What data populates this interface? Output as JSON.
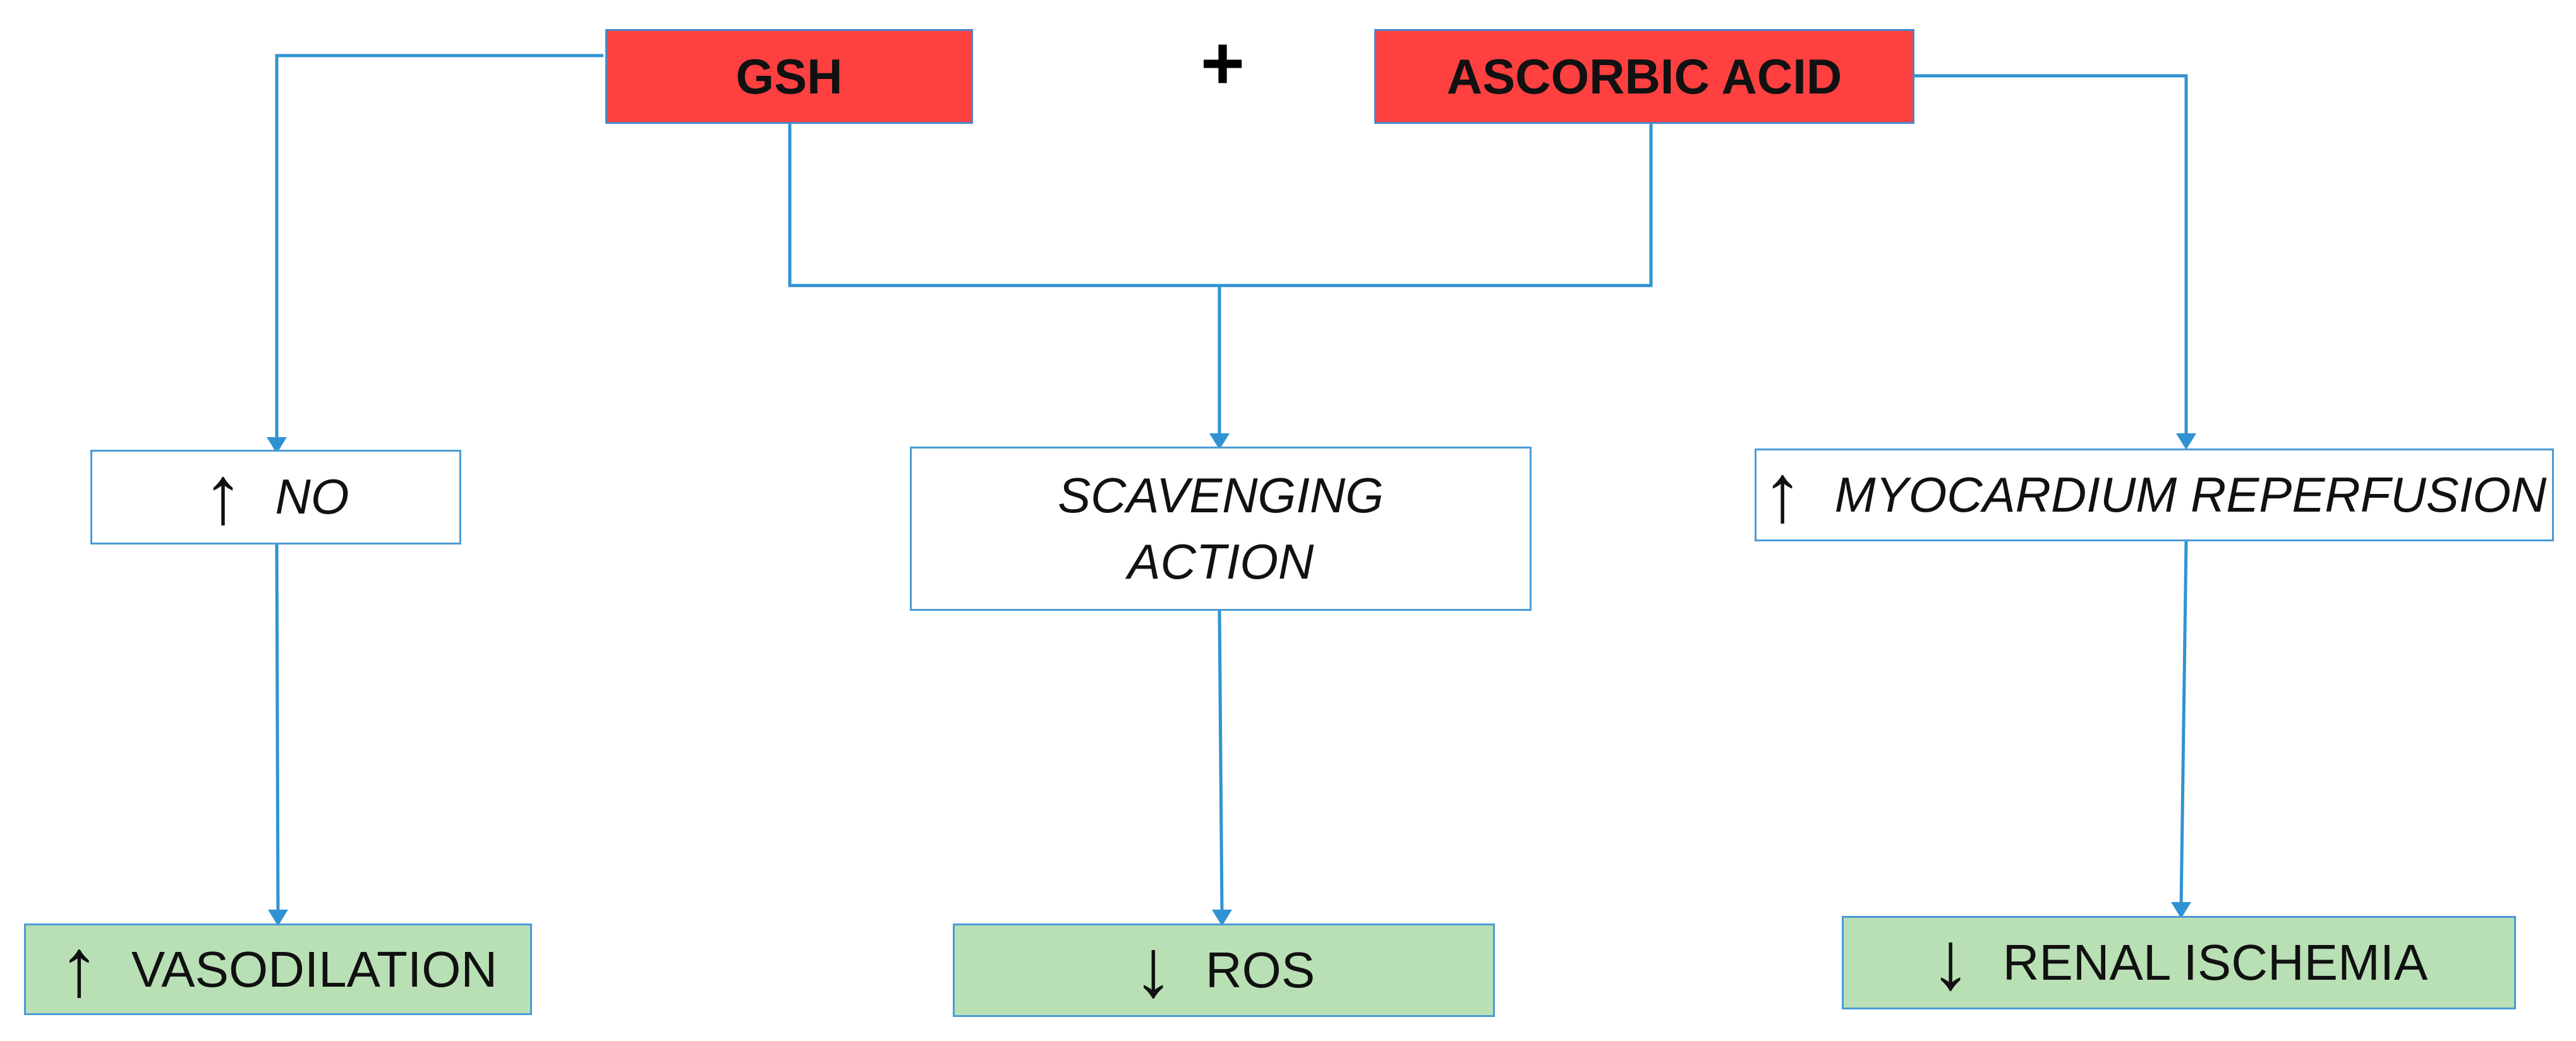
{
  "sources": {
    "gsh": "GSH",
    "plus": "+",
    "ascorbic_acid": "ASCORBIC ACID"
  },
  "mechanisms": {
    "no": {
      "arrow": "↑",
      "label": "NO"
    },
    "scavenging": {
      "line1": "SCAVENGING",
      "line2": "ACTION"
    },
    "reperfusion": {
      "arrow": "↑",
      "label": "MYOCARDIUM REPERFUSION"
    }
  },
  "outcomes": {
    "vasodilation": {
      "arrow": "↑",
      "label": "VASODILATION"
    },
    "ros": {
      "arrow": "↓",
      "label": "ROS"
    },
    "renal": {
      "arrow": "↓",
      "label": "RENAL ISCHEMIA"
    }
  },
  "colors": {
    "source_fill": "#ff4040",
    "outcome_fill": "#b9e0b4",
    "connector": "#2f93d3"
  }
}
